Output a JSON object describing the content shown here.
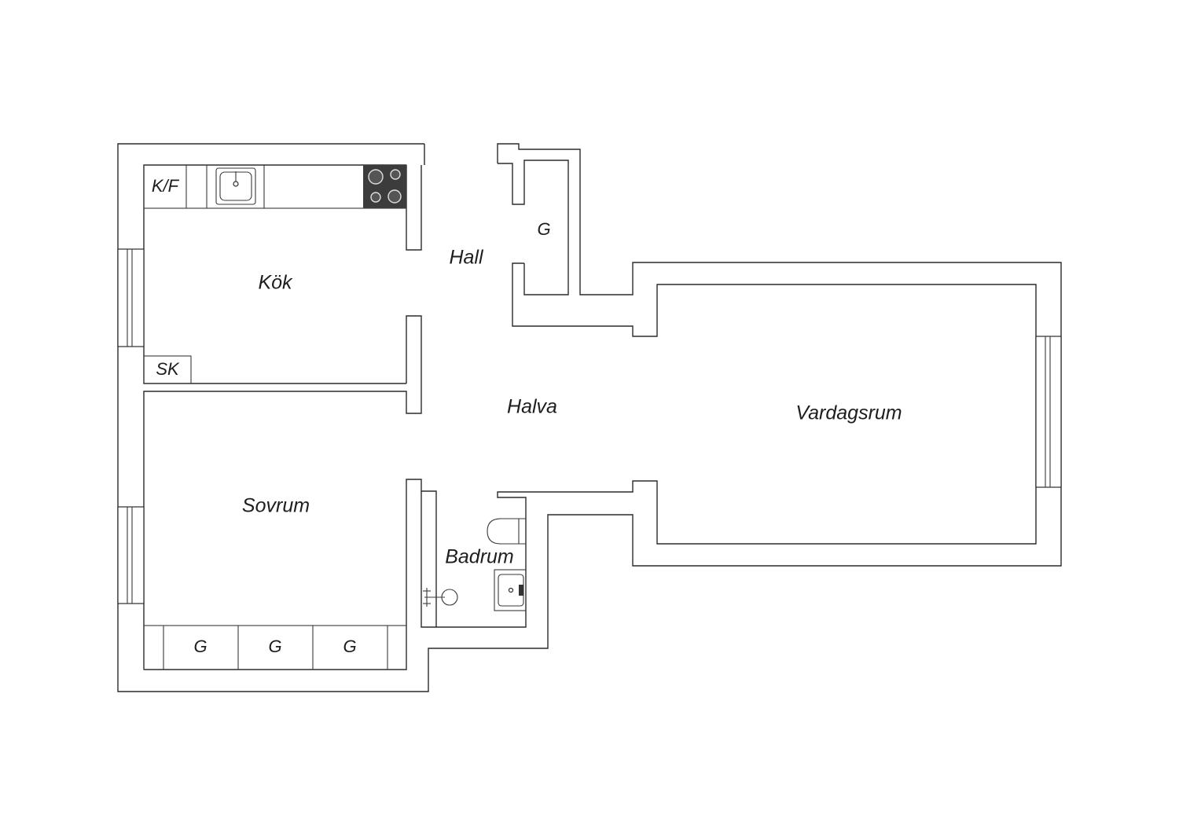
{
  "rooms": {
    "kok": "Kök",
    "hall": "Hall",
    "halva": "Halva",
    "vardagsrum": "Vardagsrum",
    "sovrum": "Sovrum",
    "badrum": "Badrum"
  },
  "fixtures": {
    "fridge_freezer": "K/F",
    "storage_cabinet": "SK",
    "wardrobe_hall": "G",
    "wardrobe_1": "G",
    "wardrobe_2": "G",
    "wardrobe_3": "G"
  },
  "colors": {
    "line": "#2b2b2b",
    "stove": "#3c3c3c",
    "background": "#ffffff"
  }
}
